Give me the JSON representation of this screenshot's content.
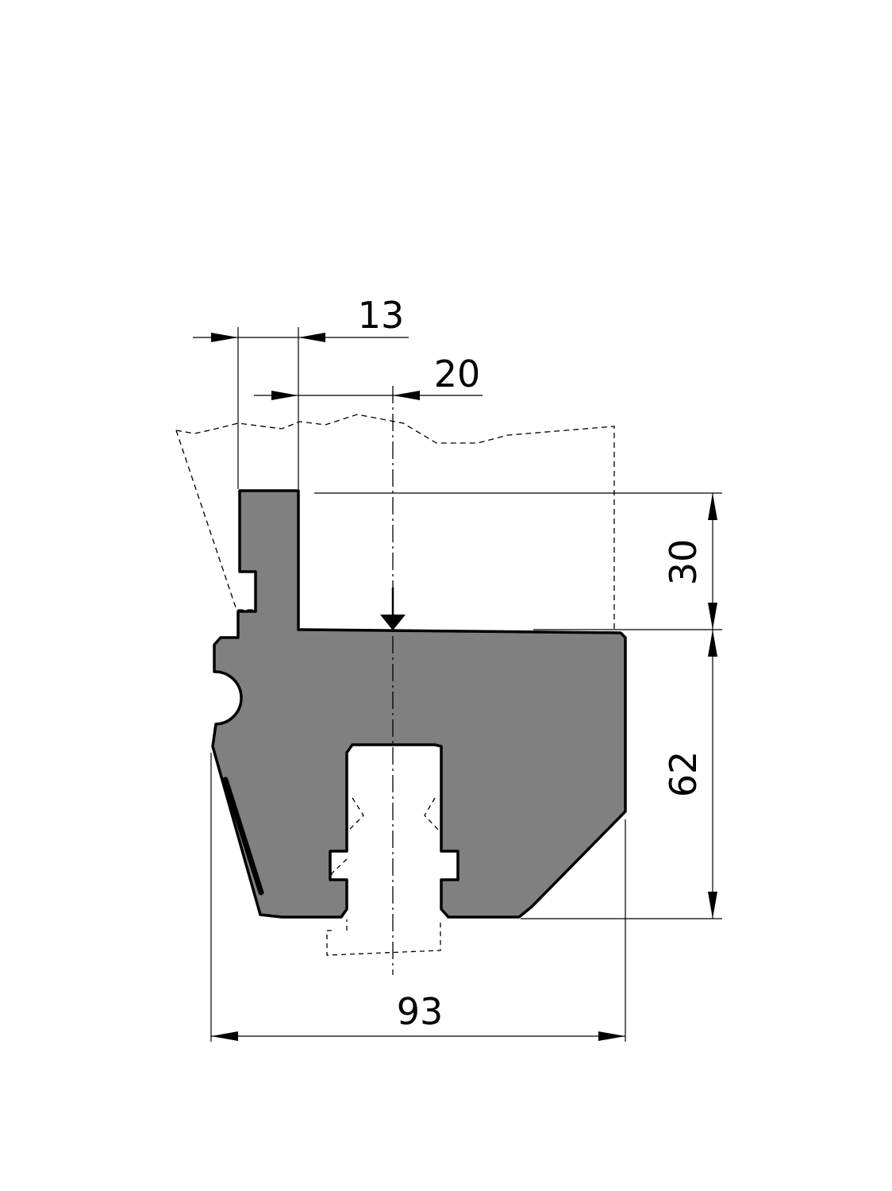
{
  "colors": {
    "background": "#ffffff",
    "profile_fill": "#808080",
    "outline": "#000000"
  },
  "dimensions": {
    "top_offset": "13",
    "axis_offset": "20",
    "tongue_height": "30",
    "body_height": "62",
    "overall_width": "93"
  }
}
